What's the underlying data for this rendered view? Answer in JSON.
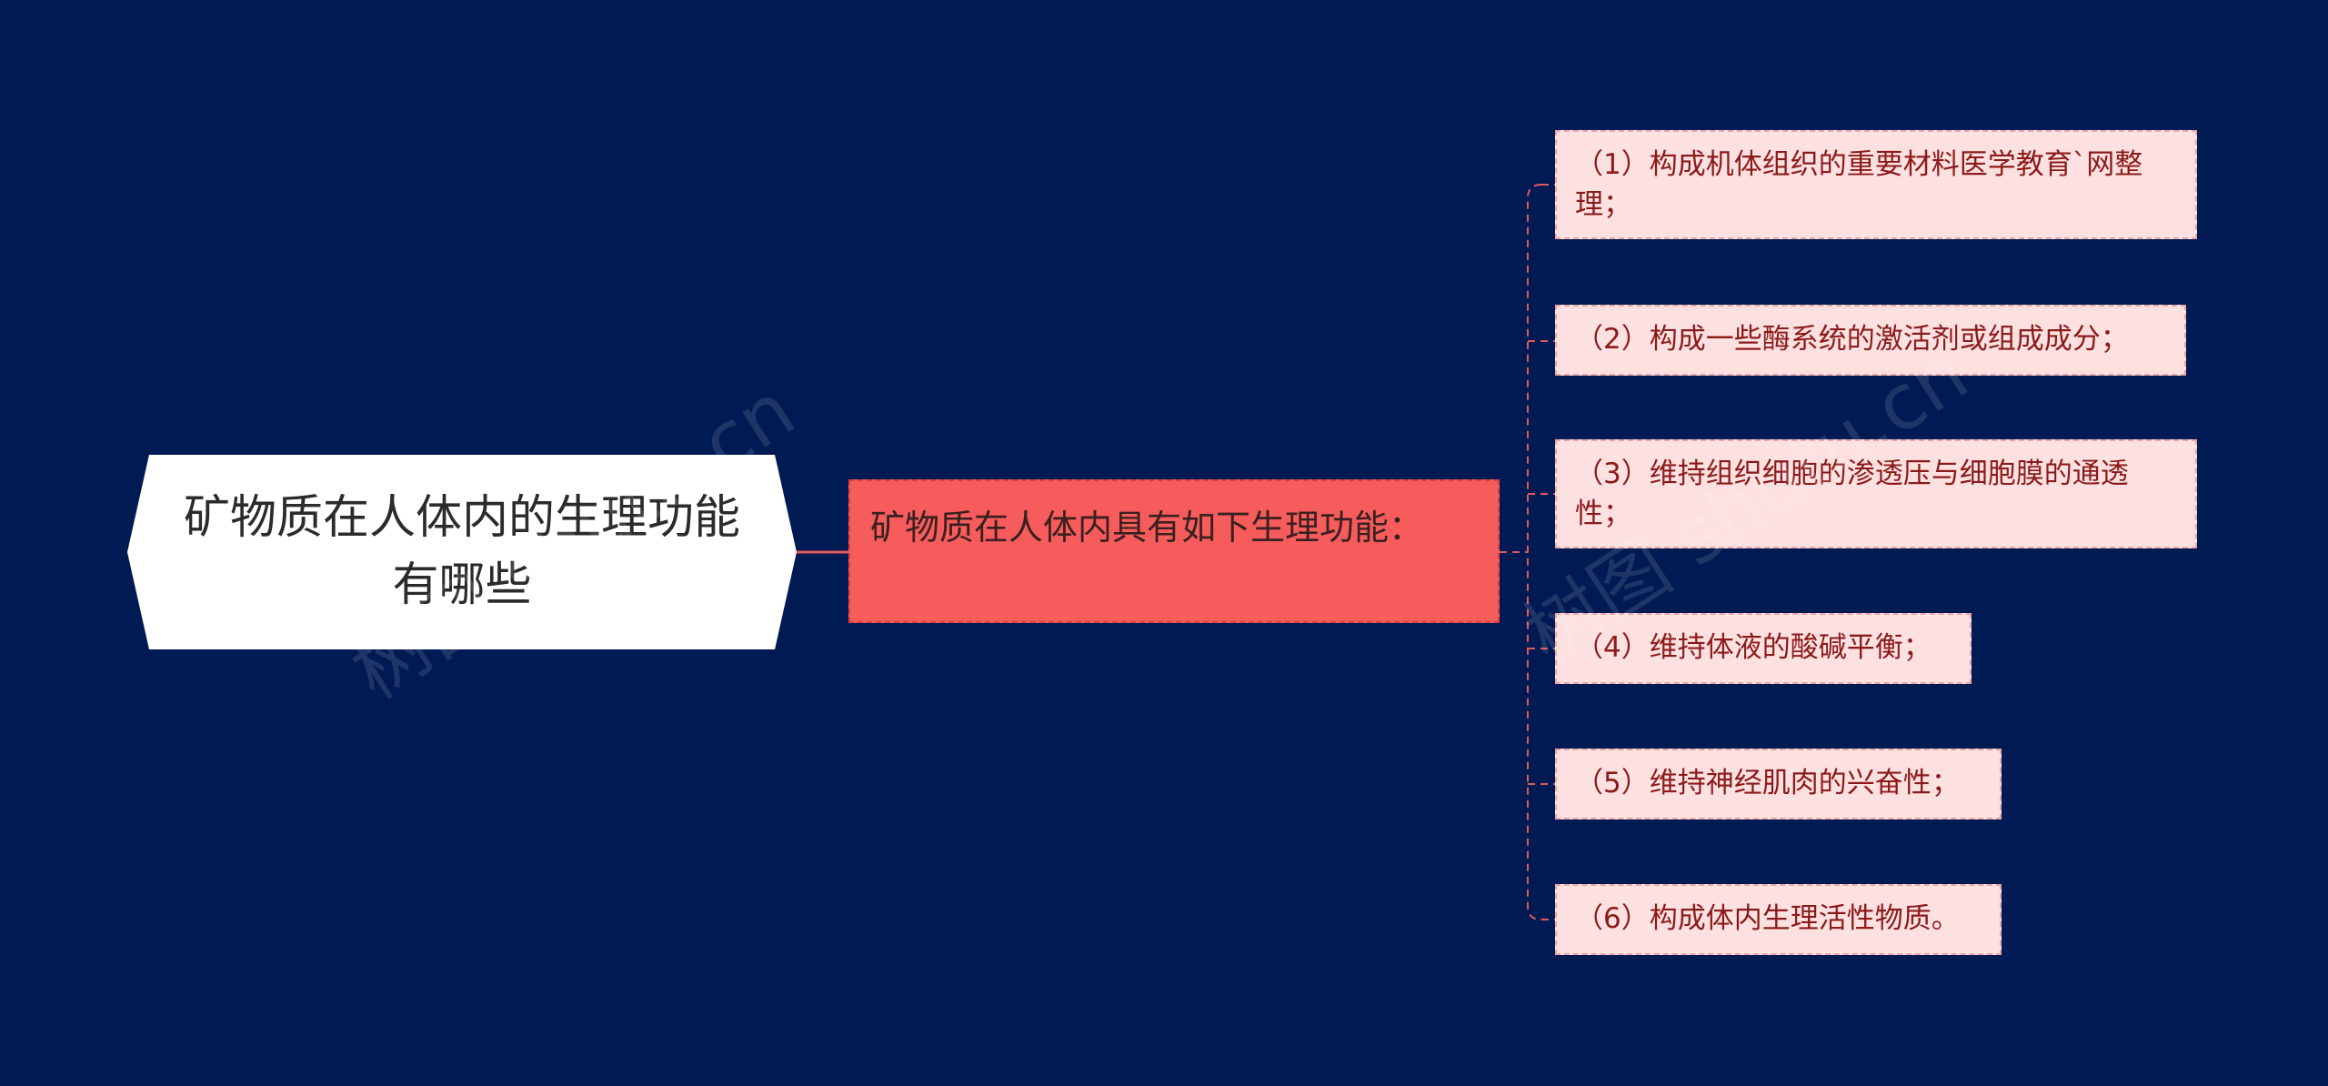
{
  "root": {
    "text": "矿物质在人体内的生理功能有哪些"
  },
  "hub": {
    "text": "矿物质在人体内具有如下生理功能："
  },
  "leaves": [
    {
      "text": "（1）构成机体组织的重要材料医学教育`网整理；"
    },
    {
      "text": "（2）构成一些酶系统的激活剂或组成成分；"
    },
    {
      "text": "（3）维持组织细胞的渗透压与细胞膜的通透性；"
    },
    {
      "text": "（4）维持体液的酸碱平衡；"
    },
    {
      "text": "（5）维持神经肌肉的兴奋性；"
    },
    {
      "text": "（6）构成体内生理活性物质。"
    }
  ],
  "watermarks": [
    "树图 shutu.cn",
    "树图 shutu.cn"
  ],
  "colors": {
    "background": "#001a53",
    "root_fill": "#ffffff",
    "hub_fill": "#f75c5c",
    "leaf_fill": "#fde1e1",
    "connector": "#e05a5a"
  }
}
